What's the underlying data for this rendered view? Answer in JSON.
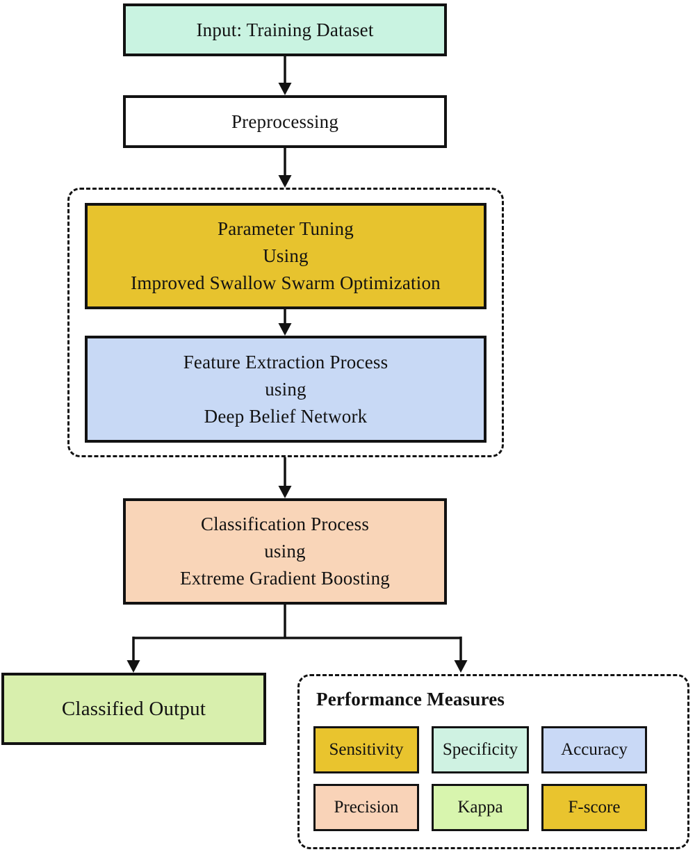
{
  "flowchart": {
    "nodes": {
      "input": {
        "label": "Input: Training Dataset",
        "bg": "#c9f3e1"
      },
      "preprocessing": {
        "label": "Preprocessing",
        "bg": "#ffffff"
      },
      "parameter_tuning": {
        "label": "Parameter Tuning\nUsing\nImproved Swallow Swarm Optimization",
        "bg": "#e7c32e"
      },
      "feature_extraction": {
        "label": "Feature Extraction Process\nusing\nDeep Belief Network",
        "bg": "#c8d9f5"
      },
      "classification": {
        "label": "Classification Process\nusing\nExtreme Gradient Boosting",
        "bg": "#f9d5b8"
      },
      "classified_output": {
        "label": "Classified Output",
        "bg": "#d8efad"
      }
    },
    "performance": {
      "title": "Performance Measures",
      "measures": [
        {
          "label": "Sensitivity",
          "bg": "#e9c42e"
        },
        {
          "label": "Specificity",
          "bg": "#cff2e2"
        },
        {
          "label": "Accuracy",
          "bg": "#c9d9f6"
        },
        {
          "label": "Precision",
          "bg": "#f9d3b8"
        },
        {
          "label": "Kappa",
          "bg": "#d8f5ae"
        },
        {
          "label": "F-score",
          "bg": "#e9c42e"
        }
      ]
    },
    "style": {
      "line_color": "#121212"
    }
  }
}
